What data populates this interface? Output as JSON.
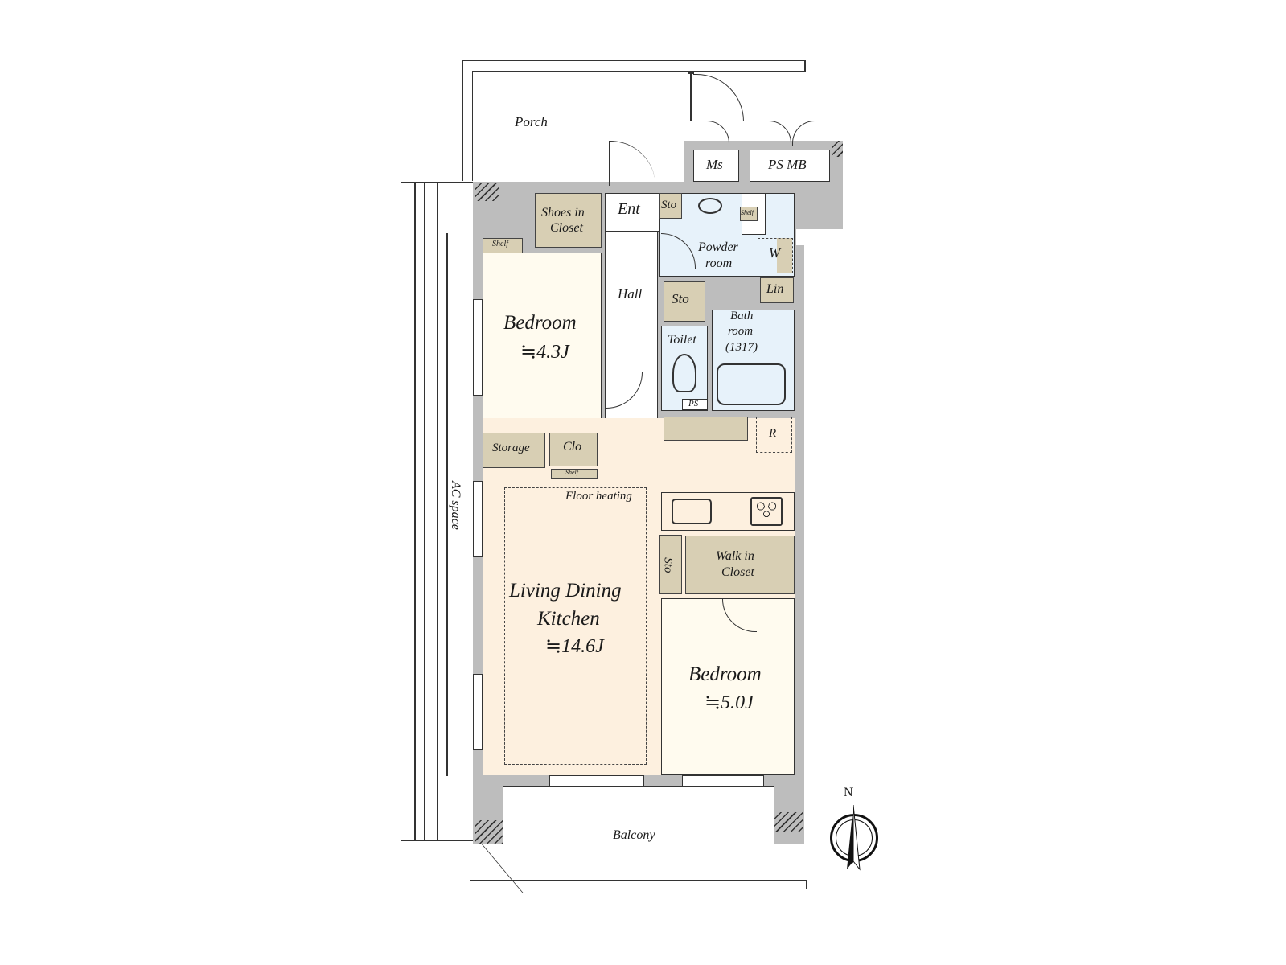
{
  "floor_plan": {
    "exterior": {
      "porch": "Porch",
      "balcony": "Balcony",
      "ac_space": "AC space",
      "ms": "Ms",
      "ps_mb": "PS MB"
    },
    "rooms": {
      "entrance": "Ent",
      "shoes_closet": [
        "Shoes in",
        "Closet"
      ],
      "sto_top": "Sto",
      "shelf_powder": "Shelf",
      "powder_room": [
        "Powder",
        "room"
      ],
      "washer": "W",
      "linen": "Lin",
      "hall": "Hall",
      "sto_hall": "Sto",
      "toilet": "Toilet",
      "ps_toilet": "PS",
      "bathroom": [
        "Bath",
        "room",
        "(1317)"
      ],
      "bedroom1": {
        "name": "Bedroom",
        "size": "≒4.3J"
      },
      "shelf_bedroom1": "Shelf",
      "storage": "Storage",
      "clo": "Clo",
      "shelf_clo": "Shelf",
      "refrigerator": "R",
      "floor_heating": "Floor heating",
      "ldk": {
        "name": [
          "Living Dining",
          "Kitchen"
        ],
        "size": "≒14.6J"
      },
      "sto_kitchen": "Sto",
      "walk_in_closet": [
        "Walk in",
        "Closet"
      ],
      "bedroom2": {
        "name": "Bedroom",
        "size": "≒5.0J"
      }
    },
    "compass": {
      "label": "N"
    },
    "colors": {
      "wall": "#bdbdbd",
      "storage": "#d8cfb4",
      "wet_area": "#e7f2fa",
      "bedroom": "#fffbef",
      "ldk": "#fdf0df"
    }
  }
}
